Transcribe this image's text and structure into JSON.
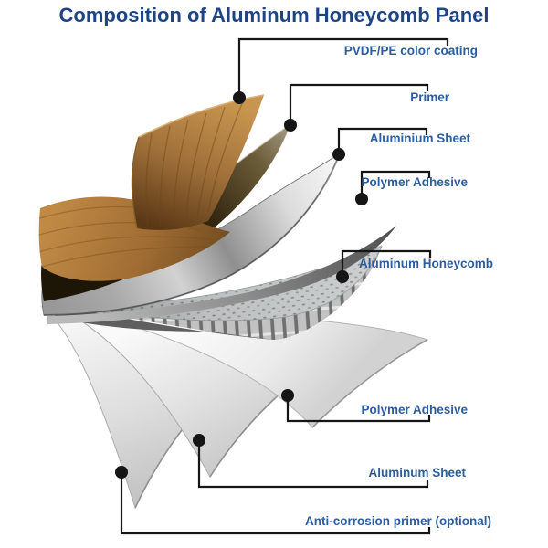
{
  "title": "Composition of Aluminum Honeycomb Panel",
  "colors": {
    "title_text": "#1e4486",
    "label_text": "#2d5d9f",
    "callout_line": "#151515",
    "wood_coating": "#a0703a",
    "primer_dark": "#342711",
    "aluminum_metal": "#c9c9c9",
    "honeycomb_core": "#cdd0d0"
  },
  "callouts": [
    {
      "id": "pvdf-pe-color-coating",
      "label": "PVDF/PE color coating"
    },
    {
      "id": "primer",
      "label": "Primer"
    },
    {
      "id": "aluminium-sheet-top",
      "label": "Aluminium Sheet"
    },
    {
      "id": "polymer-adhesive-top",
      "label": "Polymer Adhesive"
    },
    {
      "id": "aluminum-honeycomb",
      "label": "Aluminum Honeycomb"
    },
    {
      "id": "polymer-adhesive-bottom",
      "label": "Polymer Adhesive"
    },
    {
      "id": "aluminum-sheet-bottom",
      "label": "Aluminum Sheet"
    },
    {
      "id": "anti-corrosion-primer",
      "label": "Anti-corrosion primer (optional)"
    }
  ],
  "diagram": {
    "type": "exploded-layer-stack",
    "layer_order_top_to_bottom": [
      "PVDF/PE color coating",
      "Primer",
      "Aluminium Sheet",
      "Polymer Adhesive",
      "Aluminum Honeycomb",
      "Polymer Adhesive",
      "Aluminum Sheet",
      "Anti-corrosion primer (optional)"
    ]
  }
}
